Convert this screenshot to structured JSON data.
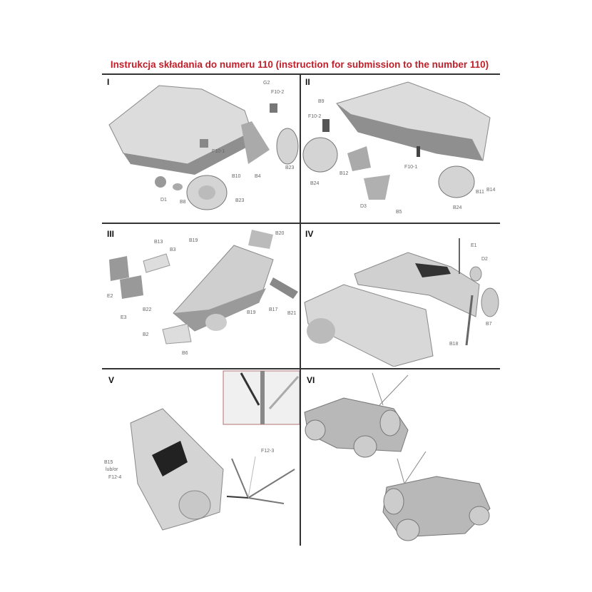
{
  "title": "Instrukcja składania do numeru 110 (instruction for submission to the number 110)",
  "colors": {
    "title": "#c0202a",
    "part": "#c8c8c8",
    "shadow": "#8a8a8a"
  },
  "steps": [
    {
      "numeral": "I",
      "labels": [
        "G2",
        "F10-2",
        "F10-1",
        "B10",
        "B4",
        "B23",
        "D1",
        "B8",
        "B23"
      ]
    },
    {
      "numeral": "II",
      "labels": [
        "B9",
        "F10-2",
        "F10-1",
        "B12",
        "B24",
        "D3",
        "B5",
        "B24",
        "B11",
        "B14"
      ]
    },
    {
      "numeral": "III",
      "labels": [
        "B13",
        "B3",
        "B19",
        "B20",
        "E2",
        "E3",
        "B22",
        "B19",
        "B17",
        "B21",
        "B2",
        "B6"
      ]
    },
    {
      "numeral": "IV",
      "labels": [
        "E1",
        "D2",
        "B7",
        "B18"
      ]
    },
    {
      "numeral": "V",
      "labels": [
        "F12-3",
        "B15",
        "lub/or",
        "F12-4"
      ]
    },
    {
      "numeral": "VI",
      "labels": []
    }
  ]
}
